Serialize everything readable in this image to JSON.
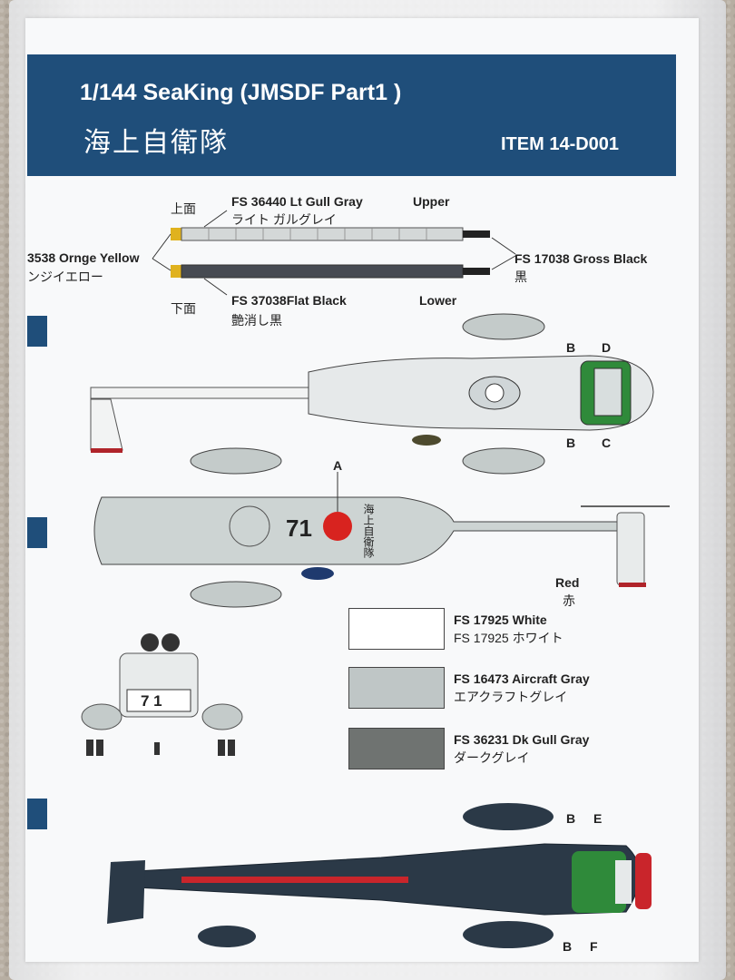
{
  "header": {
    "title": "1/144 SeaKing (JMSDF  Part1 )",
    "subtitle_jp": "海上自衛隊",
    "item_no": "ITEM 14-D001"
  },
  "rotor_blades": {
    "upper_jp": "上面",
    "upper": "Upper",
    "lower_jp": "下面",
    "lower": "Lower",
    "upper_color": "FS 36440 Lt Gull Gray",
    "upper_color_jp": "ライト ガルグレイ",
    "tip_color": "3538 Ornge Yellow",
    "tip_color_jp": "ンジイエロー",
    "hub_color": "FS 17038 Gross Black",
    "hub_color_jp": "黒",
    "lower_color": "FS 37038Flat Black",
    "lower_color_jp": "艶消し黒"
  },
  "markings": {
    "A": "A",
    "B": "B",
    "C": "C",
    "D": "D",
    "E": "E",
    "F": "F",
    "hull_number": "71",
    "hull_kanji": "海上自衛隊",
    "front_number": "7 1"
  },
  "tail_stripe": {
    "label": "Red",
    "label_jp": "赤"
  },
  "color_legend": [
    {
      "name": "FS 17925 White",
      "name_jp": "FS 17925 ホワイト",
      "hex": "#ffffff"
    },
    {
      "name": "FS 16473 Aircraft Gray",
      "name_jp": "エアクラフトグレイ",
      "hex": "#bfc6c6"
    },
    {
      "name": "FS 36231 Dk Gull Gray",
      "name_jp": "ダークグレイ",
      "hex": "#6f7371"
    }
  ],
  "colors": {
    "banner": "#1f4e7a",
    "roundel": "#d8231f",
    "dark_sea": "#2b3947",
    "window_green": "#2f8a3a"
  }
}
